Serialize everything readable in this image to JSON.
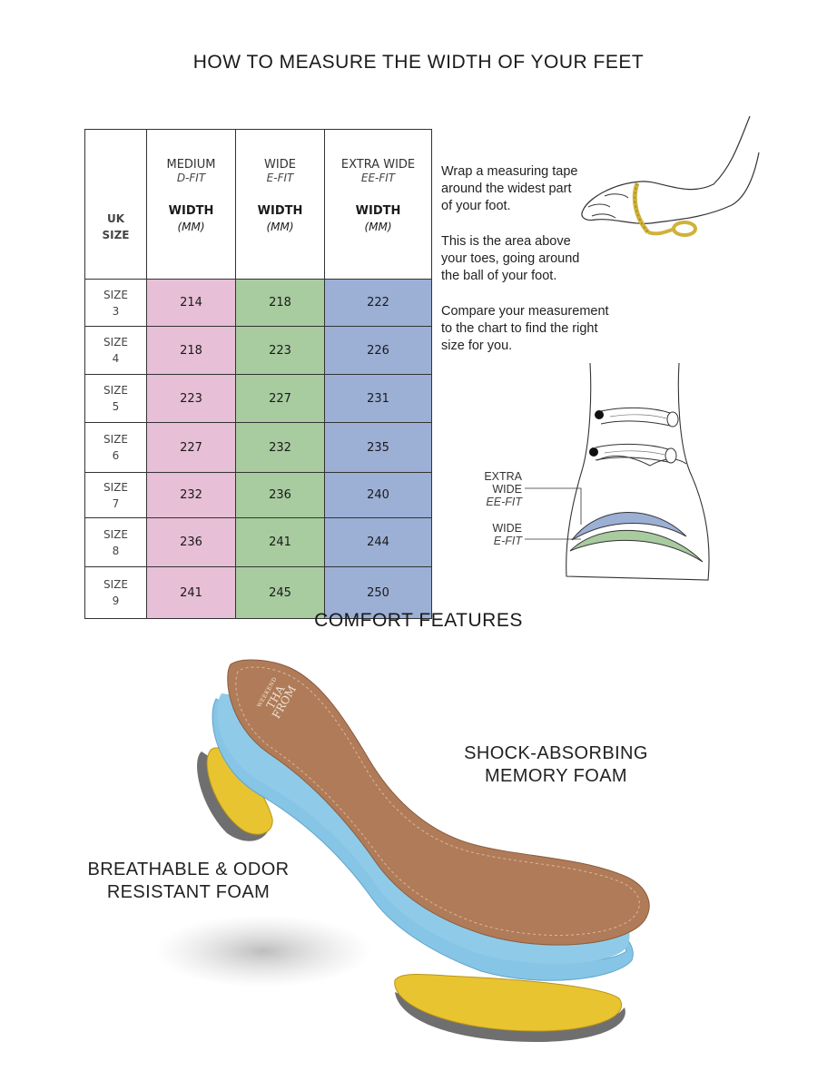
{
  "title": "HOW TO MEASURE THE WIDTH OF YOUR FEET",
  "table": {
    "uk_size_label": [
      "UK",
      "SIZE"
    ],
    "columns": [
      {
        "name": "MEDIUM",
        "fit": "D-FIT",
        "width_label": "WIDTH",
        "unit": "(MM)"
      },
      {
        "name": "WIDE",
        "fit": "E-FIT",
        "width_label": "WIDTH",
        "unit": "(MM)"
      },
      {
        "name": "EXTRA WIDE",
        "fit": "EE-FIT",
        "width_label": "WIDTH",
        "unit": "(MM)"
      }
    ],
    "rows": [
      {
        "size_label": "SIZE",
        "size": "3",
        "medium": "214",
        "wide": "218",
        "extra_wide": "222"
      },
      {
        "size_label": "SIZE",
        "size": "4",
        "medium": "218",
        "wide": "223",
        "extra_wide": "226"
      },
      {
        "size_label": "SIZE",
        "size": "5",
        "medium": "223",
        "wide": "227",
        "extra_wide": "231"
      },
      {
        "size_label": "SIZE",
        "size": "6",
        "medium": "227",
        "wide": "232",
        "extra_wide": "235"
      },
      {
        "size_label": "SIZE",
        "size": "7",
        "medium": "232",
        "wide": "236",
        "extra_wide": "240"
      },
      {
        "size_label": "SIZE",
        "size": "8",
        "medium": "236",
        "wide": "241",
        "extra_wide": "244"
      },
      {
        "size_label": "SIZE",
        "size": "9",
        "medium": "241",
        "wide": "245",
        "extra_wide": "250"
      }
    ]
  },
  "instructions": {
    "p1": [
      "Wrap a measuring tape",
      "around the widest part",
      "of your foot."
    ],
    "p2": [
      "This is the area above",
      "your toes, going around",
      "the ball of your foot."
    ],
    "p3": [
      "Compare your measurement",
      "to the chart to find the right",
      "size for you."
    ]
  },
  "diagram": {
    "extra_wide_label": "EXTRA WIDE",
    "extra_wide_fit": "EE-FIT",
    "wide_label": "WIDE",
    "wide_fit": "E-FIT"
  },
  "comfort": {
    "title": "COMFORT FEATURES",
    "shock_absorbing": [
      "SHOCK-ABSORBING",
      "MEMORY FOAM"
    ],
    "breathable": [
      "BREATHABLE & ODOR",
      "RESISTANT FOAM"
    ],
    "insole_logo": [
      "WEEKEND",
      "THA",
      "FROM"
    ]
  },
  "colors": {
    "medium": "#e7bfd6",
    "wide": "#a8cba0",
    "extra_wide": "#9cb0d6",
    "insole_leather": "#b07b58",
    "memory_foam": "#86c5e5",
    "odor_foam": "#e9c431",
    "base": "#6f6f6f"
  }
}
